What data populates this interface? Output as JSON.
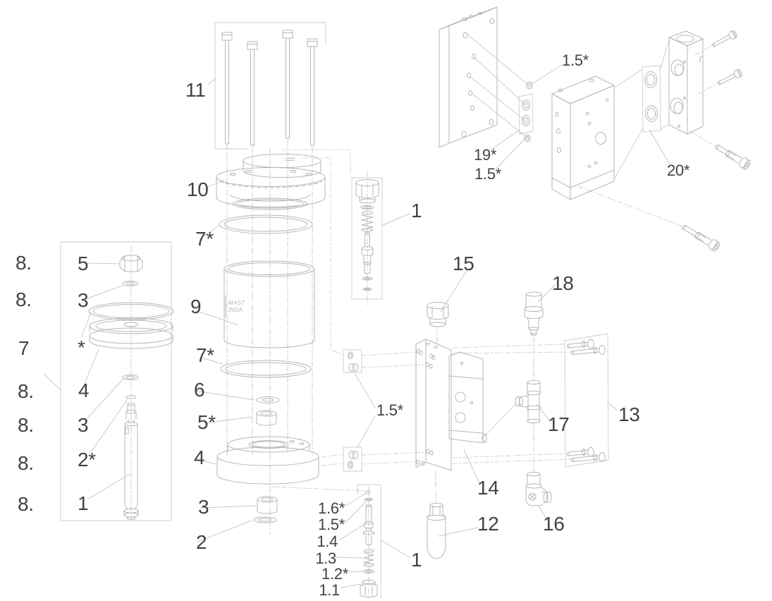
{
  "meta": {
    "type": "exploded-parts-diagram"
  },
  "colors": {
    "line": "#b2b7bb",
    "label": "#3f4347",
    "background": "#ffffff"
  },
  "barrel_logo": {
    "line1": "MAST",
    "line2": "INDA"
  },
  "labels": {
    "kit_column": [
      "8.",
      "8.",
      "7",
      "8.",
      "8.",
      "8.",
      "8."
    ],
    "piston_group": {
      "nut": "5",
      "washer_upper": "3",
      "ring": "*",
      "piston": "4",
      "washer_lower": "3",
      "seal": "2*",
      "rod": "1"
    },
    "main_stack": {
      "tie_rods": "11",
      "head_flange": "10",
      "oring_upper": "7*",
      "barrel": "9",
      "oring_lower": "7*",
      "washer": "6",
      "bushing": "5*",
      "base": "4",
      "spacer": "3",
      "washer_bottom": "2"
    },
    "cartridge_upper": {
      "assembly": "1"
    },
    "seal_plates": {
      "label": "1.5*"
    },
    "cartridge_lower": {
      "assembly": "1",
      "ball": "1.6*",
      "washer_upper": "1.5*",
      "stem": "1.4",
      "spring": "1.3",
      "washer_lower": "1.2*",
      "nut": "1.1"
    },
    "right_group": {
      "muffler": "12",
      "bracket": "13",
      "adapter_plate": "14",
      "plug": "15",
      "elbow_fitting": "16",
      "tee_fitting": "17",
      "fitting": "18"
    },
    "manifold_group": {
      "seal_upper": "1.5*",
      "gasket_plate": "19*",
      "seal_lower": "1.5*",
      "end_gasket": "20*"
    }
  }
}
